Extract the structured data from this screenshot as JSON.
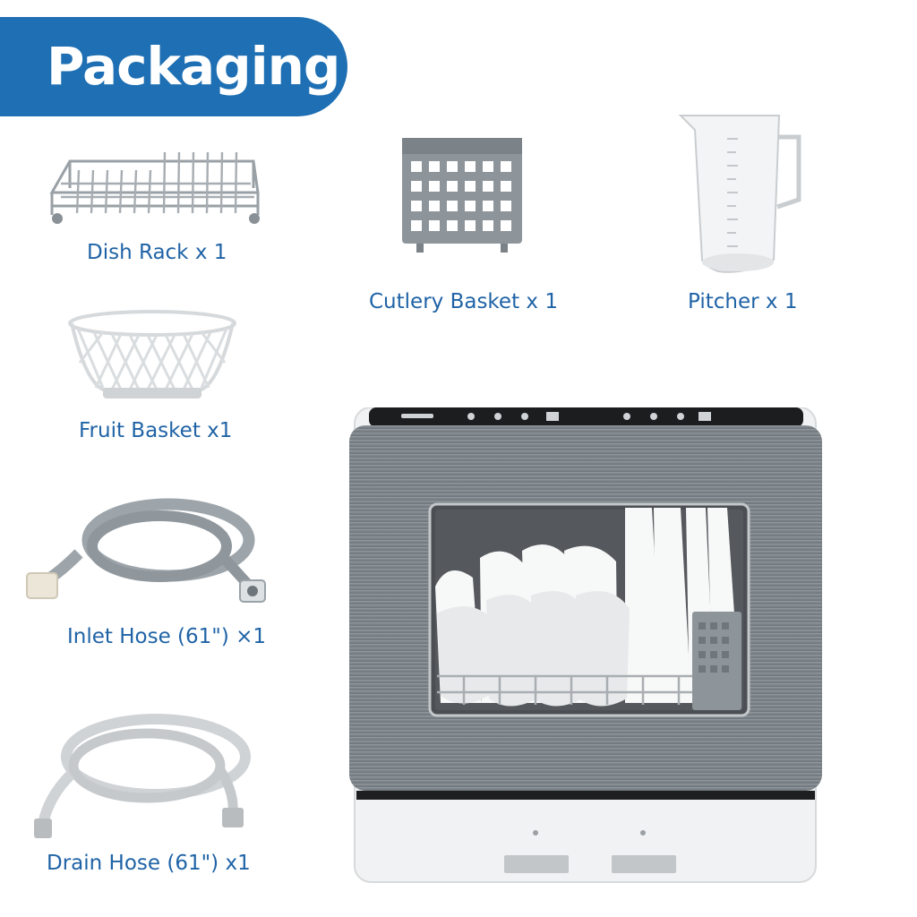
{
  "header": {
    "title": "Packaging"
  },
  "items": [
    {
      "label": "Dish Rack x 1",
      "icon": "dish-rack-icon"
    },
    {
      "label": "Cutlery Basket x 1",
      "icon": "cutlery-basket-icon"
    },
    {
      "label": "Pitcher x 1",
      "icon": "pitcher-icon"
    },
    {
      "label": "Fruit Basket x1",
      "icon": "fruit-basket-icon"
    },
    {
      "label": "Inlet Hose (61\") ×1",
      "icon": "inlet-hose-icon"
    },
    {
      "label": "Drain Hose (61\") x1",
      "icon": "drain-hose-icon"
    }
  ],
  "product": {
    "icon": "dishwasher-icon"
  },
  "colors": {
    "banner": "#1e6fb3",
    "label": "#1f63a6"
  }
}
